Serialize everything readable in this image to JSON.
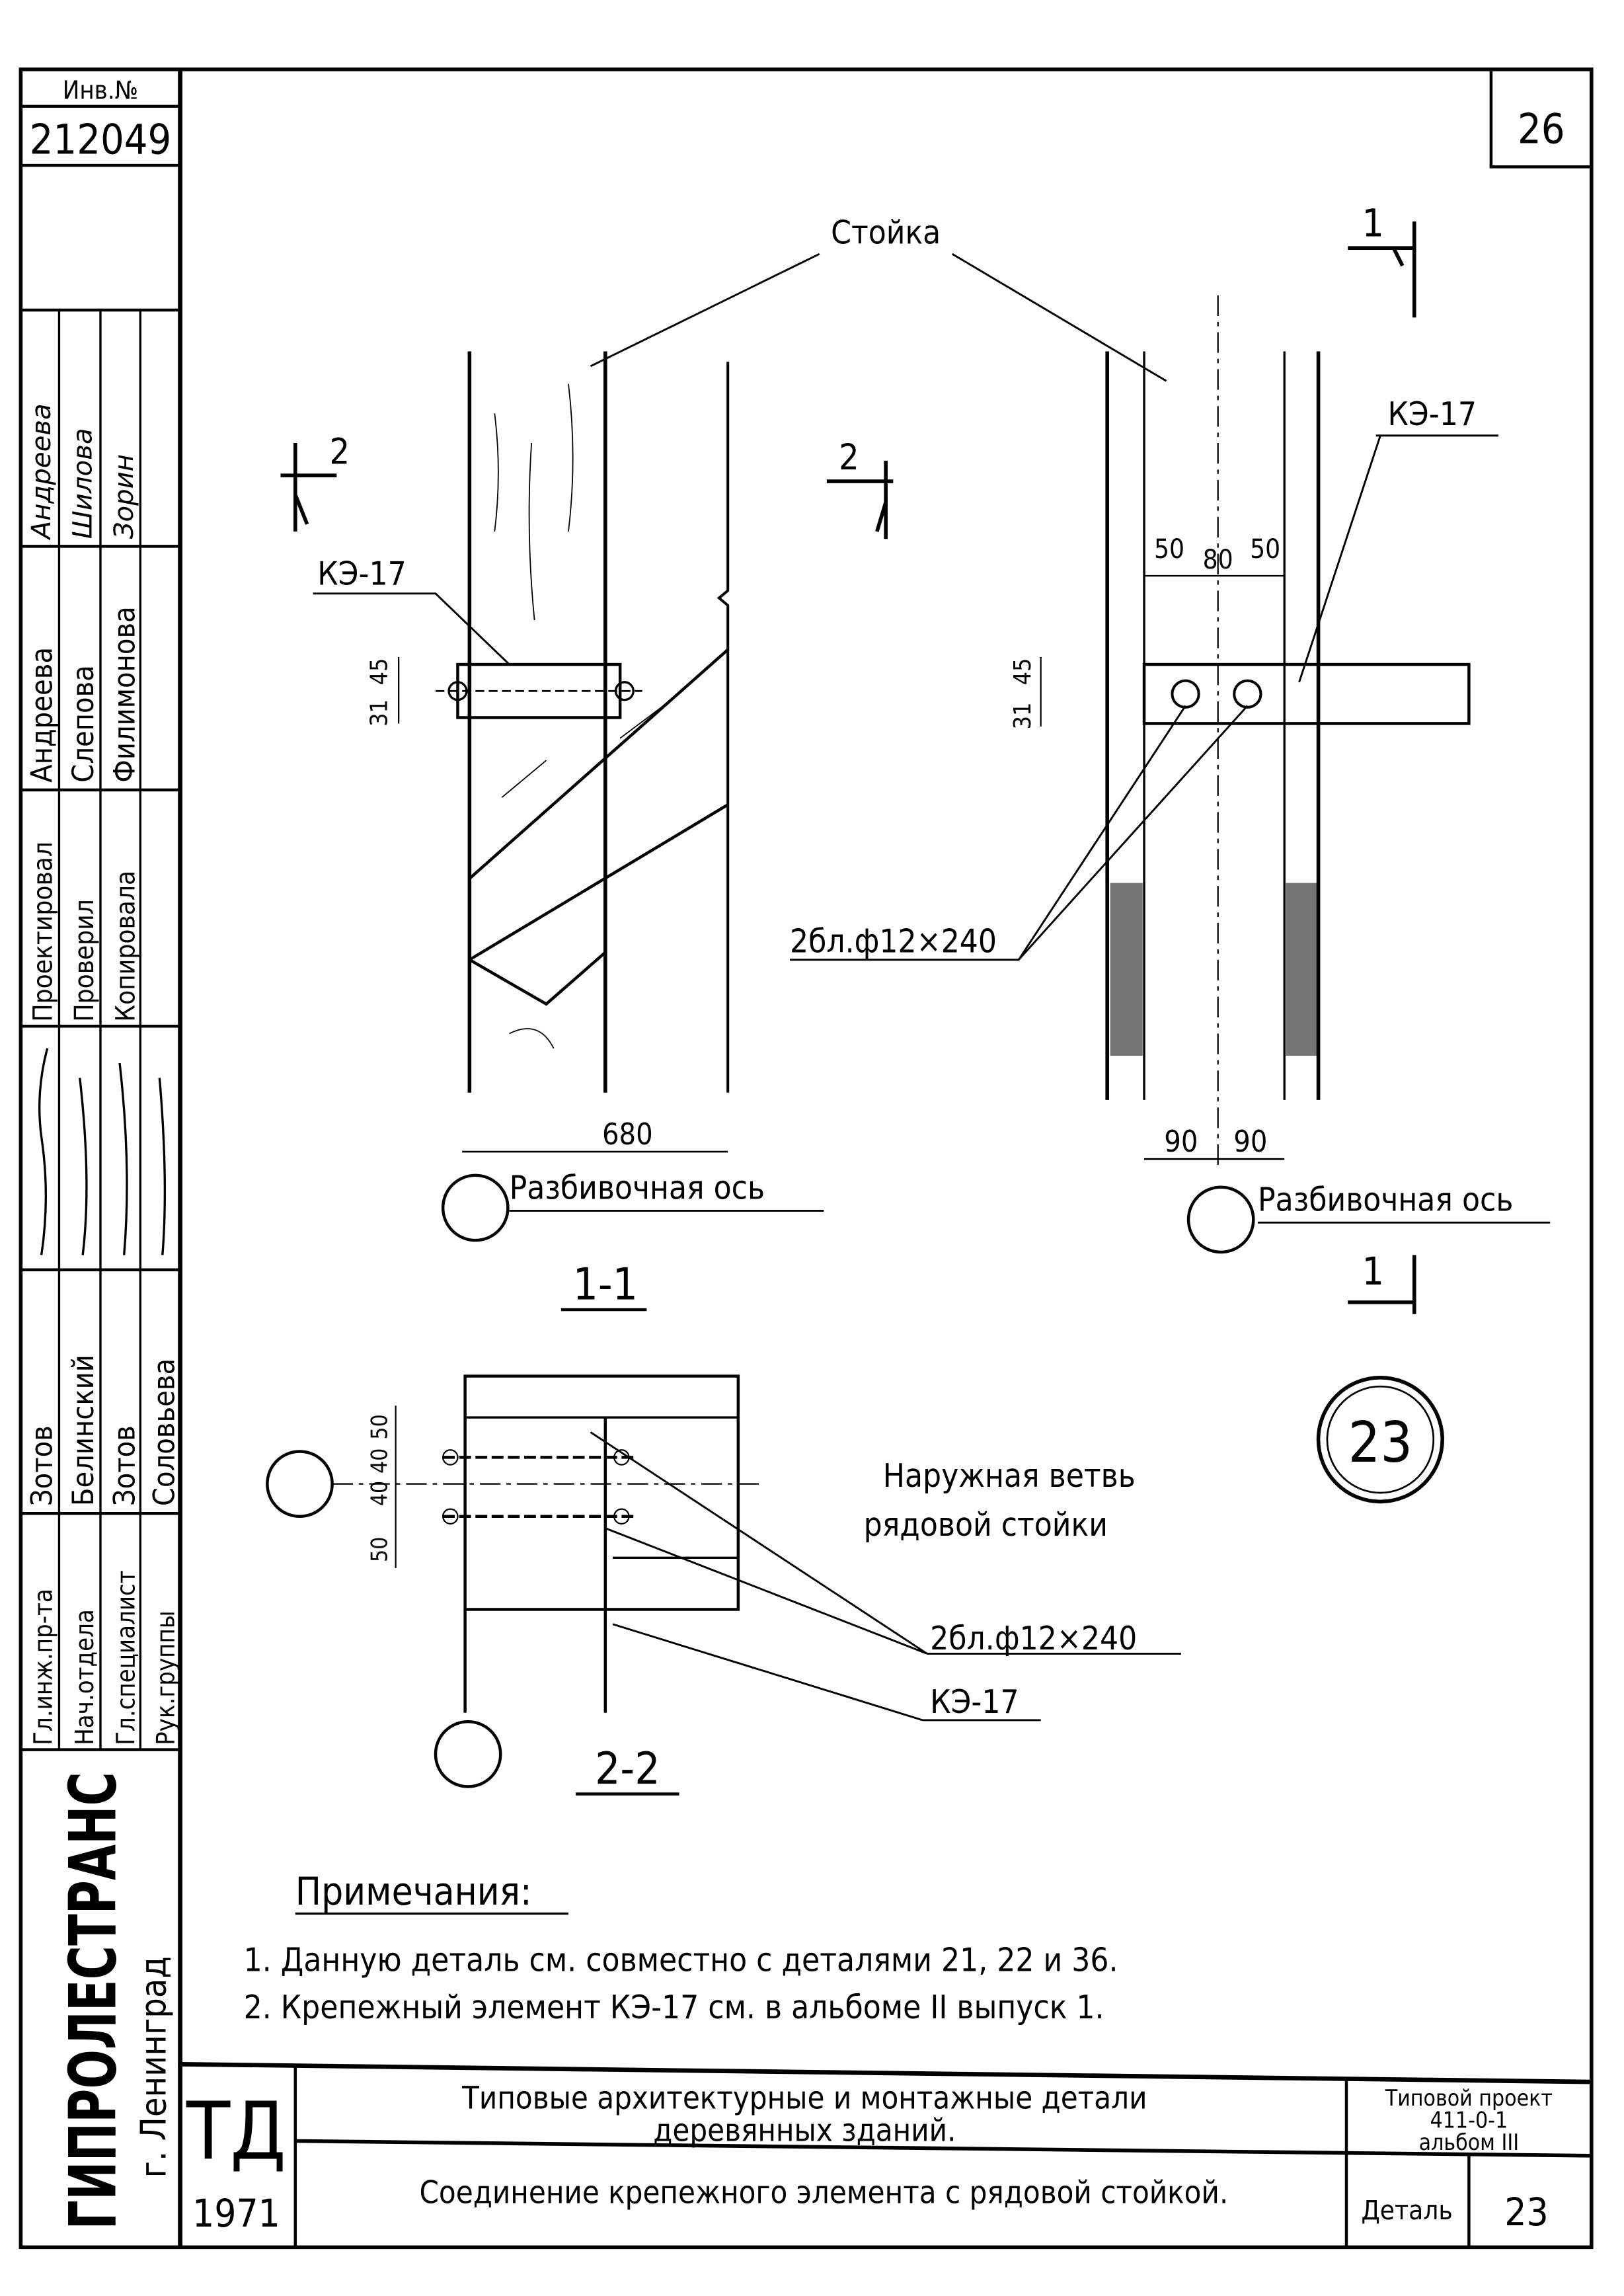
{
  "sheet_number": "26",
  "stamp": {
    "inv_label": "Инв.№",
    "inv_number": "212049",
    "signers_upper": [
      {
        "role": "Проектировал",
        "name": "Андреева",
        "signature": "Андреева"
      },
      {
        "role": "Проверил",
        "name": "Слепова",
        "signature": "Шилова"
      },
      {
        "role": "Копировала",
        "name": "Филимонова",
        "signature": "Зорин"
      }
    ],
    "signers_lower": [
      {
        "role": "Гл.инж.пр-та",
        "name": "Зотов"
      },
      {
        "role": "Нач.отдела",
        "name": "Белинский"
      },
      {
        "role": "Гл.специалист",
        "name": "Зотов"
      },
      {
        "role": "Рук.группы",
        "name": "Соловьева"
      }
    ],
    "organization": "ГИПРОЛЕСТРАНС",
    "city": "г. Ленинград"
  },
  "drawing": {
    "post_label": "Стойка",
    "bracket_label": "КЭ-17",
    "bolts_label": "2бл.ф12×240",
    "axis_label": "Разбивочная ось",
    "section_1_1": "1-1",
    "section_2_2": "2-2",
    "section_mark_1": "1",
    "section_mark_2": "2",
    "dim_31": "31",
    "dim_45": "45",
    "dim_680": "680",
    "dim_50": "50",
    "dim_80": "80",
    "dim_90": "90",
    "dim_40": "40",
    "detail_circle": "23",
    "outer_branch_line1": "Наружная ветвь",
    "outer_branch_line2": "рядовой стойки"
  },
  "notes": {
    "title": "Примечания:",
    "items": [
      "1. Данную деталь см. совместно с деталями 21, 22 и 36.",
      "2. Крепежный элемент КЭ-17 см. в альбоме II выпуск 1."
    ]
  },
  "title_block": {
    "series_code": "ТД",
    "year": "1971",
    "series_title_line1": "Типовые архитектурные и монтажные детали",
    "series_title_line2": "деревянных зданий.",
    "sheet_title": "Соединение крепежного элемента с рядовой стойкой.",
    "project_label": "Типовой проект",
    "project_number": "411-0-1",
    "album": "альбом III",
    "detail_label": "Деталь",
    "detail_number": "23"
  }
}
